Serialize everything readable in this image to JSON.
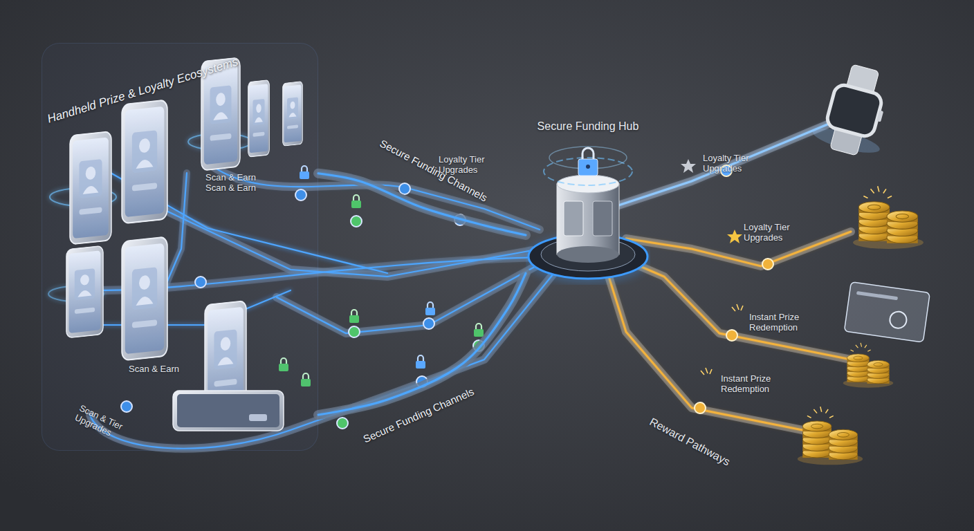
{
  "diagram": {
    "nodes": [
      {
        "text": [
          "Handheld Prize & Loyalty Ecosystems"
        ]
      },
      {
        "text": [
          "Secure Funding Hub"
        ]
      }
    ],
    "edges": [
      {
        "from": 0,
        "to": 1,
        "arrow": "none",
        "label": "Secure Funding Channels"
      },
      {
        "from": 0,
        "to": 1,
        "arrow": "none",
        "label": "Secure Funding Channels"
      }
    ],
    "labels": [
      "Scan & Earn",
      "Scan & Earn",
      "Scan & Earn",
      "Scan & Tier Upgrades",
      "Loyalty Tier Upgrades",
      "Loyalty Tier Upgrades",
      "Loyalty Tier Upgrades",
      "Instant Prize Redemption",
      "Instant Prize Redemption",
      "Reward Pathways"
    ]
  }
}
